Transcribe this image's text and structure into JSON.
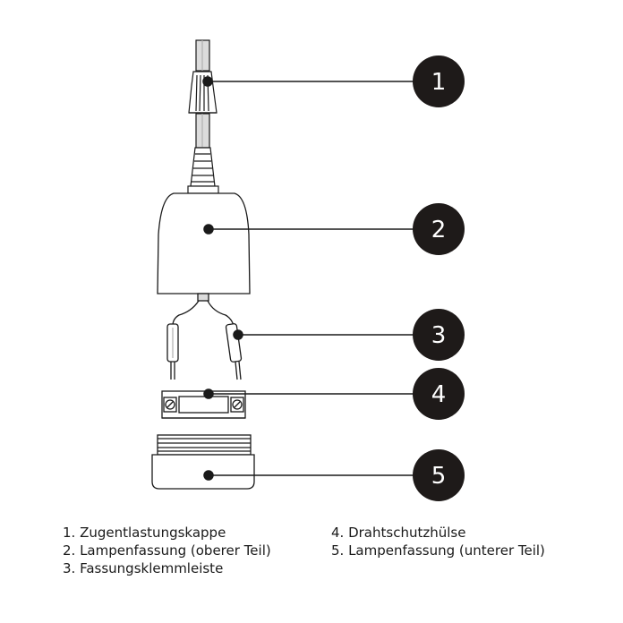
{
  "colors": {
    "stroke": "#1a1a1a",
    "fill": "#ffffff",
    "shade": "#d8d8d8",
    "badge": "#1e1a19"
  },
  "badges": [
    "1",
    "2",
    "3",
    "4",
    "5"
  ],
  "legend": {
    "left": [
      "1. Zugentlastungskappe",
      "2. Lampenfassung (oberer Teil)",
      "3. Fassungsklemmleiste"
    ],
    "right": [
      "4. Drahtschutzhülse",
      "5. Lampenfassung (unterer Teil)"
    ]
  }
}
